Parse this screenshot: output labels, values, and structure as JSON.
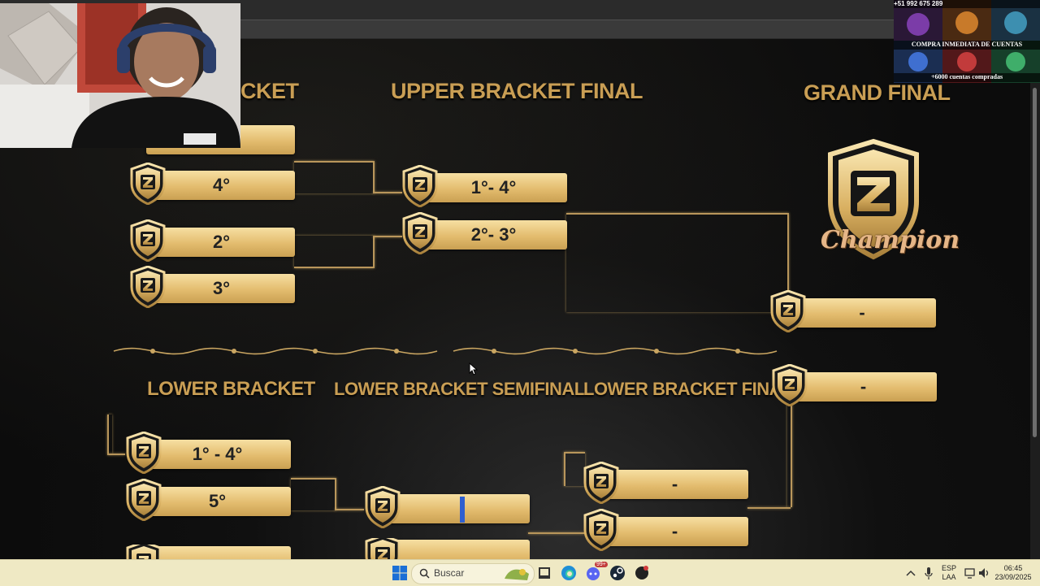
{
  "upper_bracket": {
    "heading_partial": "CKET",
    "slots": [
      "4°",
      "2°",
      "3°"
    ]
  },
  "upper_bracket_final": {
    "heading": "UPPER BRACKET FINAL",
    "slots": [
      "1°- 4°",
      "2°- 3°"
    ]
  },
  "grand_final": {
    "heading": "GRAND FINAL",
    "champion_label": "Champion",
    "slots": [
      "-",
      "-"
    ]
  },
  "lower_bracket": {
    "heading": "LOWER BRACKET",
    "slots": [
      "1° - 4°",
      "5°"
    ]
  },
  "lower_bracket_semifinal": {
    "heading": "LOWER BRACKET SEMIFINAL",
    "slots": [
      ""
    ]
  },
  "lower_bracket_final": {
    "heading": "LOWER BRACKET FINAL",
    "slots": [
      "-",
      "-"
    ]
  },
  "ad": {
    "phone": "+51 992 675 289",
    "line1": "COMPRA INMEDIATA DE CUENTAS",
    "line2": "+6000 cuentas compradas"
  },
  "taskbar": {
    "search_placeholder": "Buscar",
    "language": "ESP",
    "layout": "LAA",
    "time": "06:45",
    "date": "23/09/2025",
    "discord_badge": "99+"
  },
  "colors": {
    "gold_heading": "#c99e54",
    "plate_top": "#f6dfa2",
    "plate_bottom": "#caa052",
    "line": "#b9965b",
    "taskbar_bg": "#efe9c4"
  }
}
